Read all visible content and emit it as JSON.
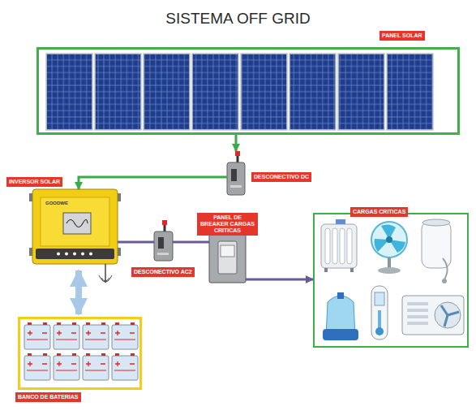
{
  "diagram": {
    "title": "SISTEMA OFF GRID",
    "nodes": [
      {
        "text": [
          "PANEL SOLAR"
        ]
      },
      {
        "text": [
          "DESCONECTIVO DC"
        ]
      },
      {
        "text": [
          "INVERSOR SOLAR"
        ]
      },
      {
        "text": [
          "DESCONECTIVO AC2"
        ]
      },
      {
        "text": [
          "PANEL DE BREAKER CARGAS CRITICAS"
        ]
      },
      {
        "text": [
          "CARGAS CRITICAS"
        ]
      },
      {
        "text": [
          "BANCO DE BATERIAS"
        ]
      }
    ],
    "edges": [
      {
        "from": 0,
        "to": 1,
        "arrow": "to"
      },
      {
        "from": 1,
        "to": 2,
        "arrow": "to"
      },
      {
        "from": 2,
        "to": 3,
        "arrow": "none"
      },
      {
        "from": 3,
        "to": 4,
        "arrow": "none"
      },
      {
        "from": 4,
        "to": 5,
        "arrow": "to"
      },
      {
        "from": 2,
        "to": 6,
        "arrow": "both"
      }
    ],
    "labels": [
      "GOODWE"
    ]
  }
}
